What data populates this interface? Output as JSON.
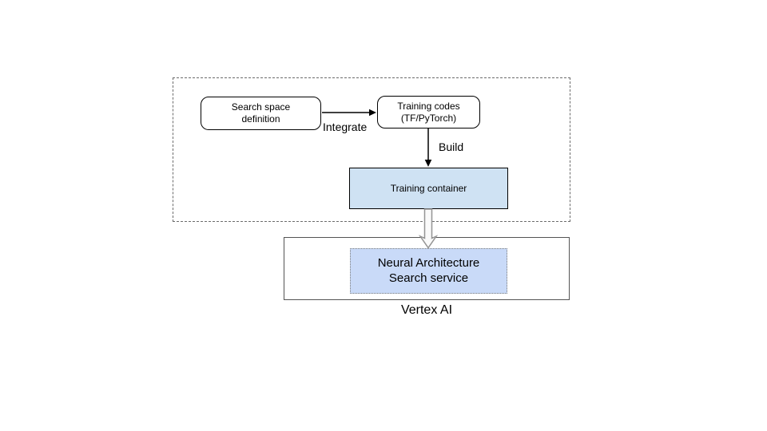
{
  "diagram": {
    "nodes": {
      "search_space": {
        "label": "Search space\ndefinition"
      },
      "training_codes": {
        "label": "Training codes\n(TF/PyTorch)"
      },
      "training_container": {
        "label": "Training container"
      },
      "nas_service": {
        "label": "Neural Architecture\nSearch service"
      }
    },
    "edges": {
      "integrate": {
        "label": "Integrate"
      },
      "build": {
        "label": "Build"
      }
    },
    "platform": {
      "label": "Vertex AI"
    },
    "colors": {
      "training_container_fill": "#cfe2f3",
      "nas_service_fill": "#c9daf8",
      "node_border": "#000000",
      "dashed_group_border": "#6b6b6b",
      "platform_border": "#545454",
      "thick_arrow_stroke": "#949494",
      "thick_arrow_fill": "#fafafa"
    }
  }
}
